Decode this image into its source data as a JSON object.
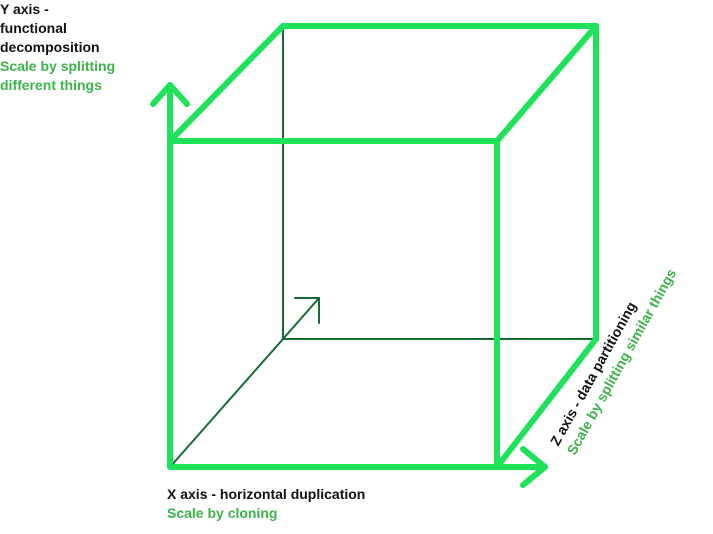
{
  "diagram": {
    "colors": {
      "front_edges": "#1ee35a",
      "back_edges": "#146b33",
      "label_primary": "#111111",
      "label_secondary": "#3cb44b"
    },
    "y_axis": {
      "title_line1": "Y axis -",
      "title_line2": "functional",
      "title_line3": "decomposition",
      "subtitle_line1": "Scale by splitting",
      "subtitle_line2": "different things"
    },
    "x_axis": {
      "title": "X axis - horizontal duplication",
      "subtitle": "Scale by cloning"
    },
    "z_axis": {
      "title": "Z axis - data partitioning",
      "subtitle": "Scale by splitting similar things"
    }
  }
}
